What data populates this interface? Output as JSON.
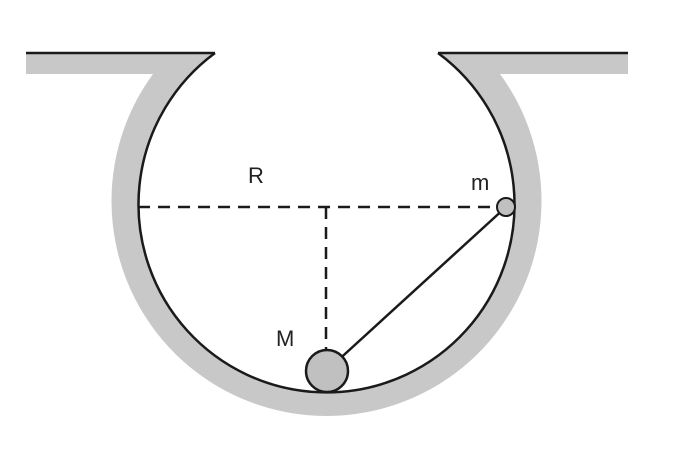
{
  "labels": {
    "radius": "R",
    "small_mass": "m",
    "large_mass": "M"
  },
  "colors": {
    "track_fill": "#c8c8c8",
    "outline": "#1a1a1a",
    "mass_fill": "#c0c0c0",
    "background": "#ffffff"
  }
}
